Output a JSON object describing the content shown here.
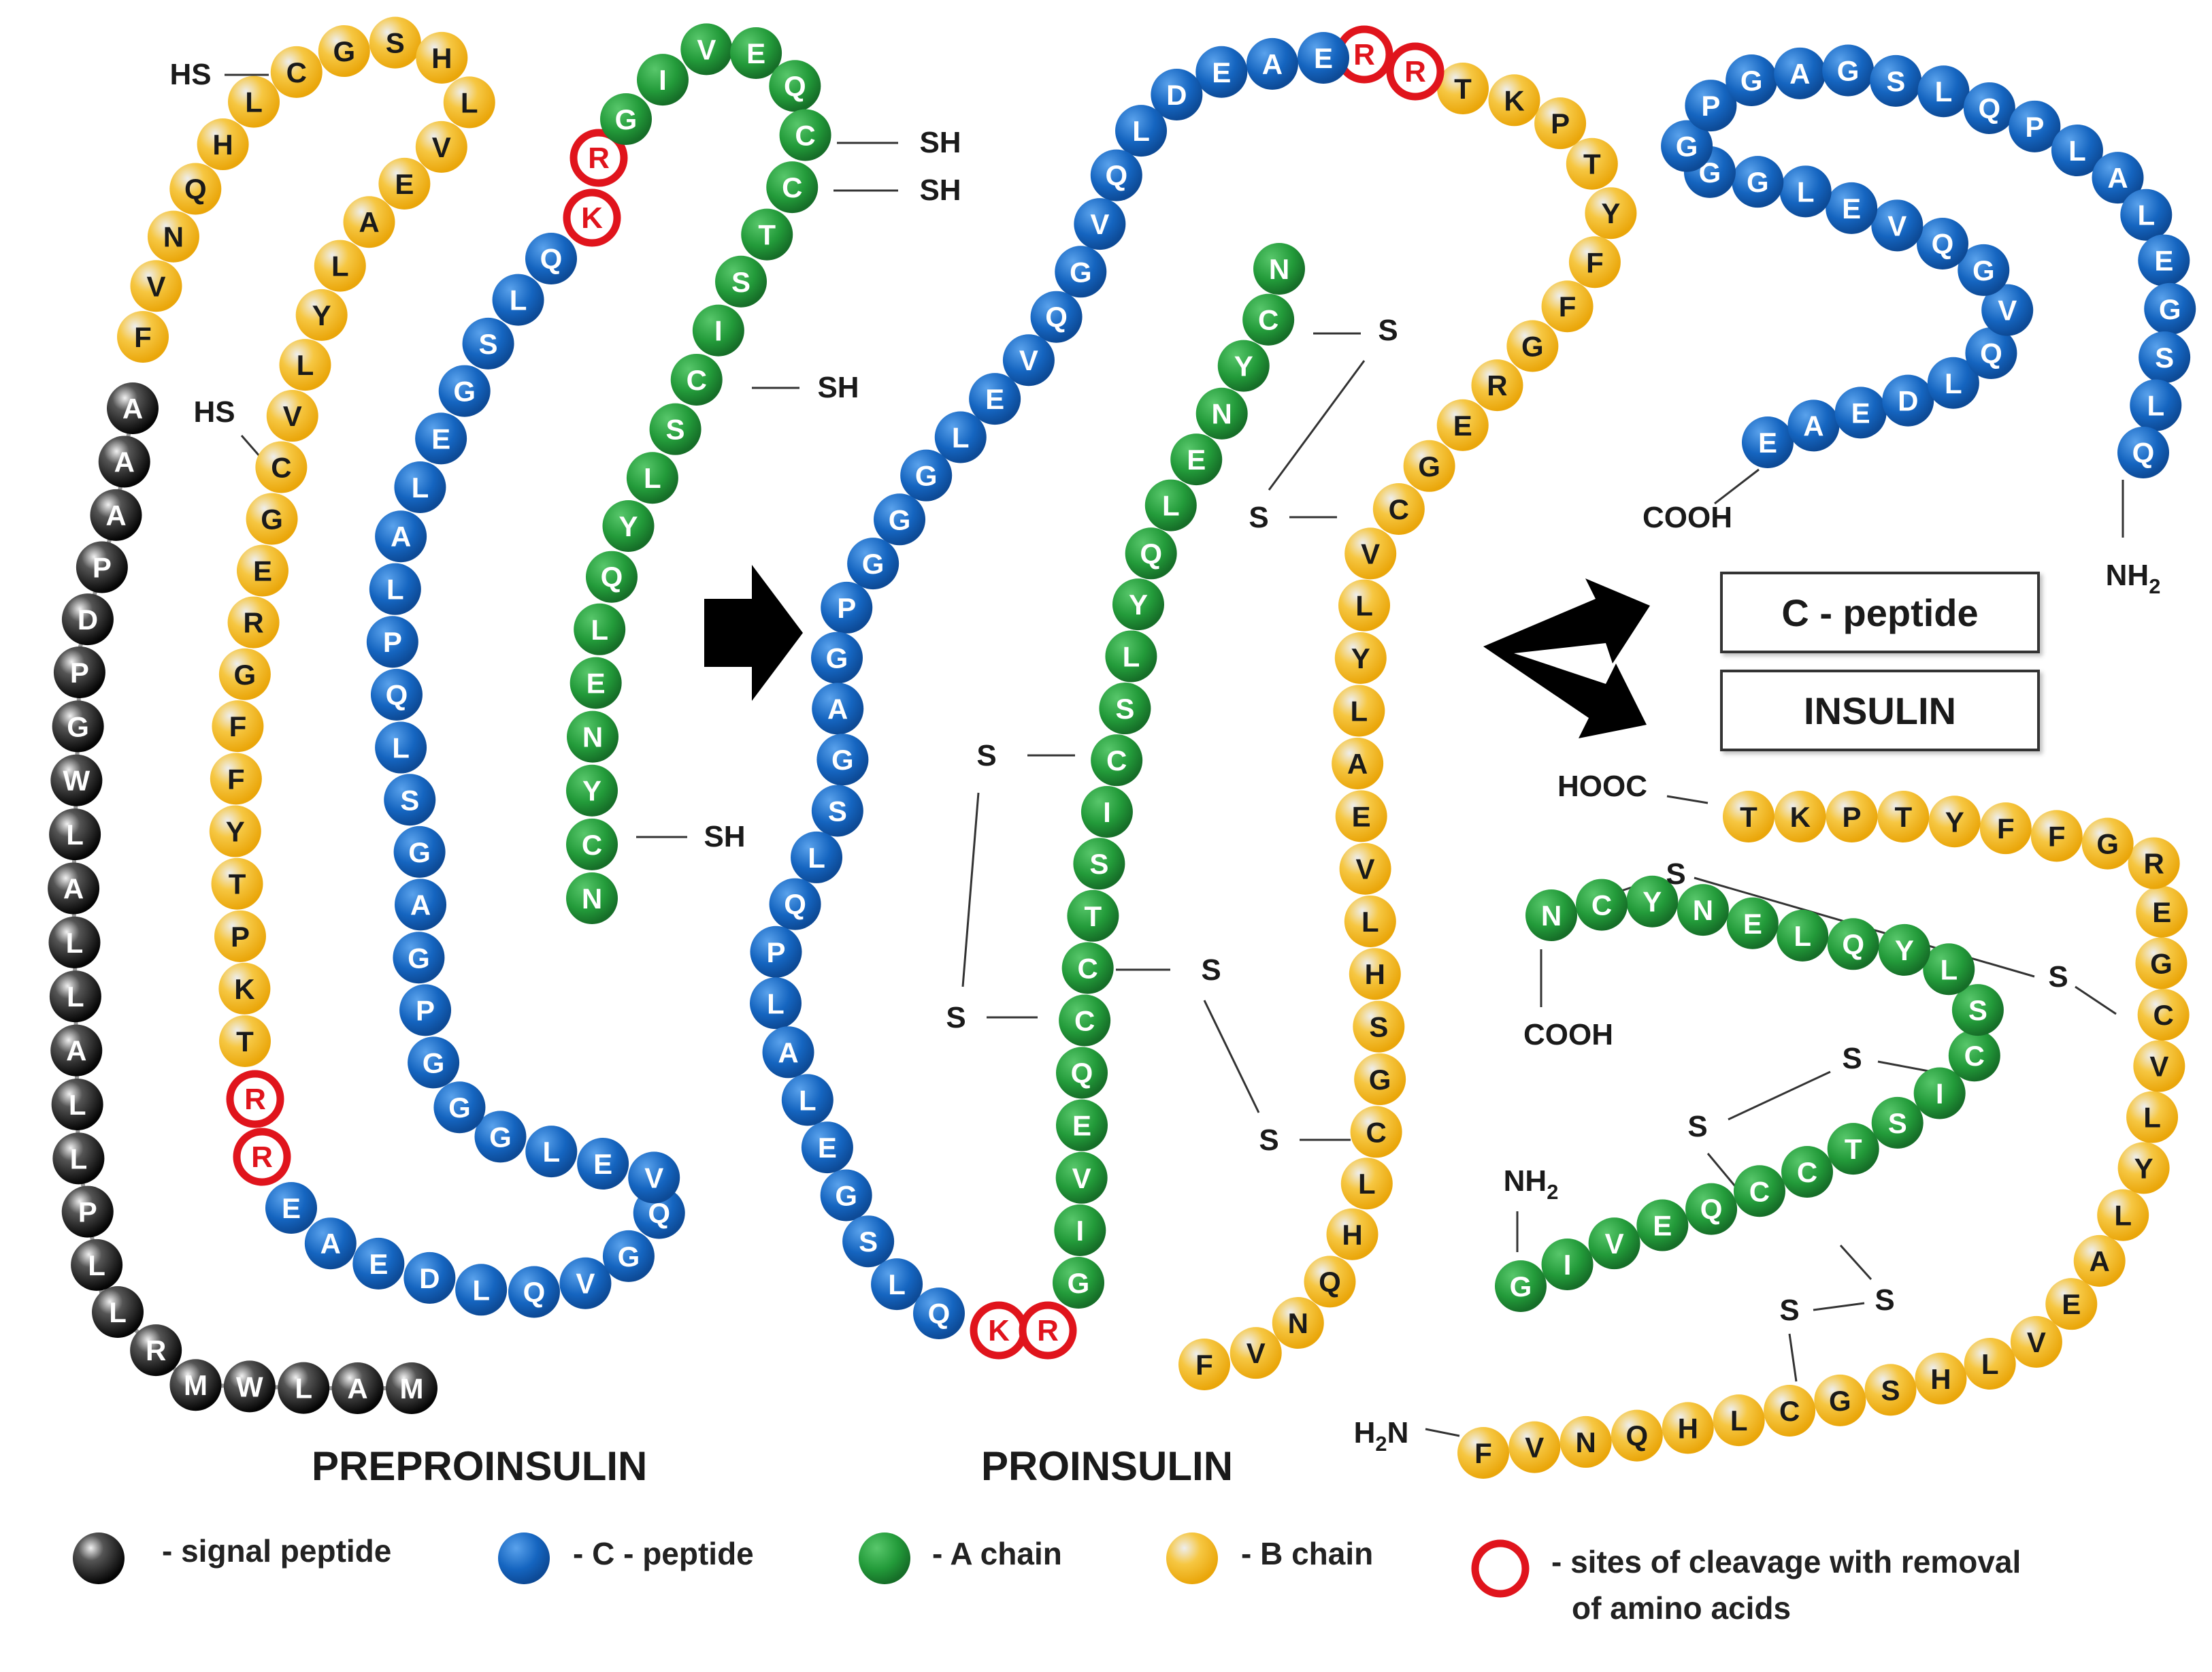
{
  "colors": {
    "signal_peptide": "#1c1c1c",
    "c_peptide": "#1565c0",
    "a_chain": "#239b3a",
    "b_chain": "#f3b516",
    "cleavage": "#e0141c"
  },
  "titles": {
    "preproinsulin": "PREPROINSULIN",
    "proinsulin": "PROINSULIN"
  },
  "products": {
    "c_peptide": "C - peptide",
    "insulin": "INSULIN"
  },
  "legend": [
    {
      "key": "signal_peptide",
      "label": "- signal peptide"
    },
    {
      "key": "c_peptide",
      "label": "- C - peptide"
    },
    {
      "key": "a_chain",
      "label": "- A chain"
    },
    {
      "key": "b_chain",
      "label": "- B chain"
    },
    {
      "key": "cleavage",
      "label": "- sites of cleavage with  removal",
      "label2": "of amino acids"
    }
  ],
  "preproinsulin": {
    "signal_peptide": [
      "M",
      "A",
      "L",
      "W",
      "M",
      "R",
      "L",
      "L",
      "P",
      "L",
      "L",
      "A",
      "L",
      "L",
      "A",
      "L",
      "W",
      "G",
      "P",
      "D",
      "P",
      "A",
      "A",
      "A"
    ],
    "b_chain": [
      "F",
      "V",
      "N",
      "Q",
      "H",
      "L",
      "C",
      "G",
      "S",
      "H",
      "L",
      "V",
      "E",
      "A",
      "L",
      "Y",
      "L",
      "V",
      "C",
      "G",
      "E",
      "R",
      "G",
      "F",
      "F",
      "Y",
      "T",
      "P",
      "K",
      "T"
    ],
    "cleavage_1": [
      "R",
      "R"
    ],
    "c_peptide": [
      "E",
      "A",
      "E",
      "D",
      "L",
      "Q",
      "V",
      "G",
      "Q",
      "V",
      "E",
      "L",
      "G",
      "G",
      "G",
      "P",
      "G",
      "A",
      "G",
      "S",
      "L",
      "Q",
      "P",
      "L",
      "A",
      "L",
      "E",
      "G",
      "S",
      "L",
      "Q"
    ],
    "cleavage_2": [
      "K",
      "R"
    ],
    "a_chain": [
      "G",
      "I",
      "V",
      "E",
      "Q",
      "C",
      "C",
      "T",
      "S",
      "I",
      "C",
      "S",
      "L",
      "Y",
      "Q",
      "L",
      "E",
      "N",
      "Y",
      "C",
      "N"
    ],
    "sh_labels": [
      "HS",
      "HS",
      "SH",
      "SH",
      "SH",
      "SH"
    ]
  },
  "proinsulin": {
    "b_chain": [
      "F",
      "V",
      "N",
      "Q",
      "H",
      "L",
      "C",
      "G",
      "S",
      "H",
      "L",
      "V",
      "E",
      "A",
      "L",
      "Y",
      "L",
      "V",
      "C",
      "G",
      "E",
      "R",
      "G",
      "F",
      "F",
      "Y",
      "T",
      "P",
      "K",
      "T"
    ],
    "cleavage_1": [
      "R",
      "R"
    ],
    "c_peptide": [
      "E",
      "A",
      "E",
      "D",
      "L",
      "Q",
      "V",
      "G",
      "Q",
      "V",
      "E",
      "L",
      "G",
      "G",
      "G",
      "P",
      "G",
      "A",
      "G",
      "S",
      "L",
      "Q",
      "P",
      "L",
      "A",
      "L",
      "E",
      "G",
      "S",
      "L",
      "Q"
    ],
    "cleavage_2": [
      "K",
      "R"
    ],
    "a_chain": [
      "G",
      "I",
      "V",
      "E",
      "Q",
      "C",
      "C",
      "T",
      "S",
      "I",
      "C",
      "S",
      "L",
      "Y",
      "Q",
      "L",
      "E",
      "N",
      "Y",
      "C",
      "N"
    ],
    "bond_label": "S"
  },
  "c_peptide_product": {
    "sequence": [
      "E",
      "A",
      "E",
      "D",
      "L",
      "Q",
      "V",
      "G",
      "Q",
      "V",
      "E",
      "L",
      "G",
      "G",
      "G",
      "P",
      "G",
      "A",
      "G",
      "S",
      "L",
      "Q",
      "P",
      "L",
      "A",
      "L",
      "E",
      "G",
      "S",
      "L",
      "Q"
    ],
    "cooh": "COOH",
    "nh2": "NH",
    "nh2_sub": "2"
  },
  "insulin_product": {
    "b_chain": [
      "F",
      "V",
      "N",
      "Q",
      "H",
      "L",
      "C",
      "G",
      "S",
      "H",
      "L",
      "V",
      "E",
      "A",
      "L",
      "Y",
      "L",
      "V",
      "C",
      "G",
      "E",
      "R",
      "G",
      "F",
      "F",
      "Y",
      "T",
      "P",
      "K",
      "T"
    ],
    "a_chain": [
      "G",
      "I",
      "V",
      "E",
      "Q",
      "C",
      "C",
      "T",
      "S",
      "I",
      "C",
      "S",
      "L",
      "Y",
      "Q",
      "L",
      "E",
      "N",
      "Y",
      "C",
      "N"
    ],
    "h2n": "H",
    "h2n_sub": "2",
    "h2n_tail": "N",
    "hooc": "HOOC",
    "a_nh2": "NH",
    "a_nh2_sub": "2",
    "a_cooh": "COOH",
    "bond_label": "S"
  }
}
